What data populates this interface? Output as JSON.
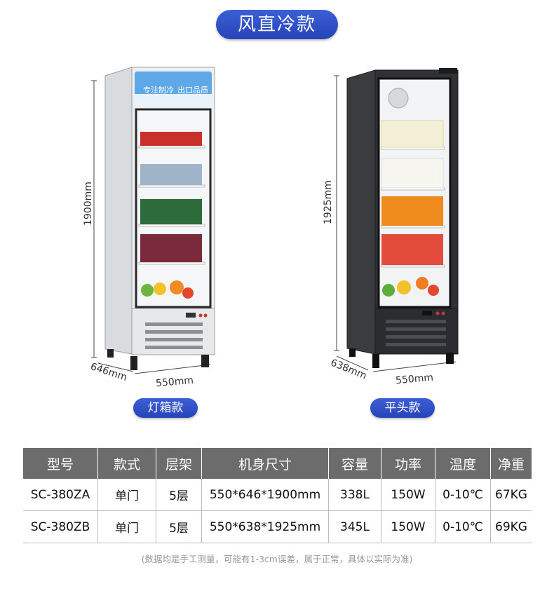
{
  "title": "风直冷款",
  "fridges": [
    {
      "style_label": "灯箱款",
      "height": "1900mm",
      "depth": "646mm",
      "width": "550mm",
      "banner_left": "专注制冷",
      "banner_right": "出口品质"
    },
    {
      "style_label": "平头款",
      "height": "1925mm",
      "depth": "638mm",
      "width": "550mm"
    }
  ],
  "table": {
    "headers": [
      "型号",
      "款式",
      "层架",
      "机身尺寸",
      "容量",
      "功率",
      "温度",
      "净重"
    ],
    "rows": [
      [
        "SC-380ZA",
        "单门",
        "5层",
        "550*646*1900mm",
        "338L",
        "150W",
        "0-10℃",
        "67KG"
      ],
      [
        "SC-380ZB",
        "单门",
        "5层",
        "550*638*1925mm",
        "345L",
        "150W",
        "0-10℃",
        "69KG"
      ]
    ]
  },
  "note": "(数据均是手工测量，可能有1-3cm误差，属于正常，具体以实际为准)",
  "colors": {
    "accent": "#2f4fc6",
    "header_gray": "#6c6c6c"
  }
}
